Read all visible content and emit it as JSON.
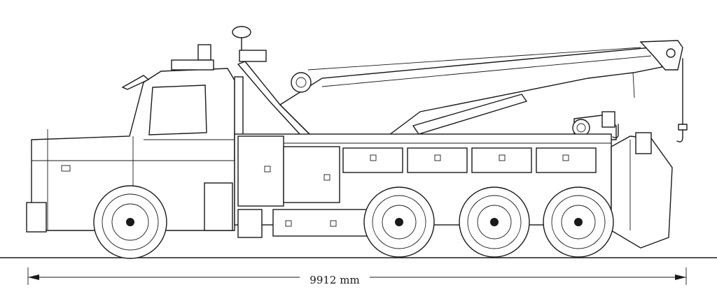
{
  "dimension": {
    "label": "9912 mm"
  },
  "wheels": [
    {
      "name": "front-wheel"
    },
    {
      "name": "rear-wheel-1"
    },
    {
      "name": "rear-wheel-2"
    },
    {
      "name": "rear-wheel-3"
    }
  ]
}
